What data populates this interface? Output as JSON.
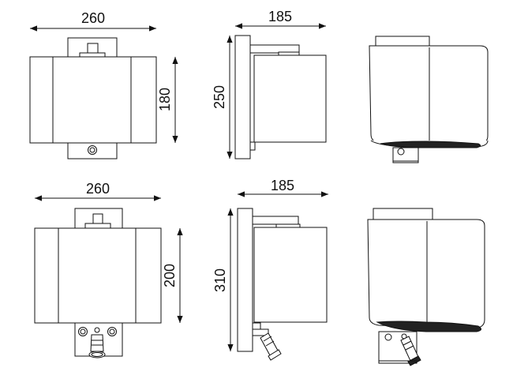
{
  "labels": {
    "top_front_width": "260",
    "top_front_height": "180",
    "top_side_depth": "185",
    "top_side_height": "250",
    "bottom_front_width": "260",
    "bottom_front_height": "200",
    "bottom_side_depth": "185",
    "bottom_side_height": "310"
  }
}
